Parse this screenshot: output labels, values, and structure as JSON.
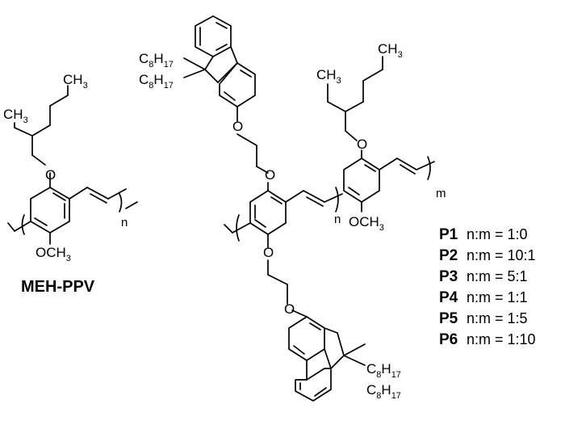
{
  "figure": {
    "meh_ppv": {
      "name": "MEH-PPV",
      "ch3_top": "CH",
      "ch3_top_sub": "3",
      "ch3_left": "CH",
      "ch3_left_sub": "3",
      "oxygen": "O",
      "methoxy": "OCH",
      "methoxy_sub": "3",
      "repeat": "n"
    },
    "copolymer": {
      "fluorene_top_c8_1": "C",
      "fluorene_top_c8_1_sub": "8",
      "fluorene_top_h17_1": "H",
      "fluorene_top_h17_1_sub": "17",
      "fluorene_top_c8_2": "C",
      "fluorene_top_c8_2_sub": "8",
      "fluorene_top_h17_2": "H",
      "fluorene_top_h17_2_sub": "17",
      "fluorene_bottom_c8_1": "C",
      "fluorene_bottom_c8_1_sub": "8",
      "fluorene_bottom_h17_1": "H",
      "fluorene_bottom_h17_1_sub": "17",
      "fluorene_bottom_c8_2": "C",
      "fluorene_bottom_c8_2_sub": "8",
      "fluorene_bottom_h17_2": "H",
      "fluorene_bottom_h17_2_sub": "17",
      "oxygen": "O",
      "ch3_top": "CH",
      "ch3_top_sub": "3",
      "ch3_left": "CH",
      "ch3_left_sub": "3",
      "methoxy": "OCH",
      "methoxy_sub": "3",
      "repeat_n": "n",
      "repeat_m": "m"
    },
    "legend": [
      {
        "label": "P1",
        "ratio": "n:m = 1:0"
      },
      {
        "label": "P2",
        "ratio": "n:m = 10:1"
      },
      {
        "label": "P3",
        "ratio": "n:m = 5:1"
      },
      {
        "label": "P4",
        "ratio": "n:m = 1:1"
      },
      {
        "label": "P5",
        "ratio": "n:m = 1:5"
      },
      {
        "label": "P6",
        "ratio": "n:m = 1:10"
      }
    ]
  }
}
